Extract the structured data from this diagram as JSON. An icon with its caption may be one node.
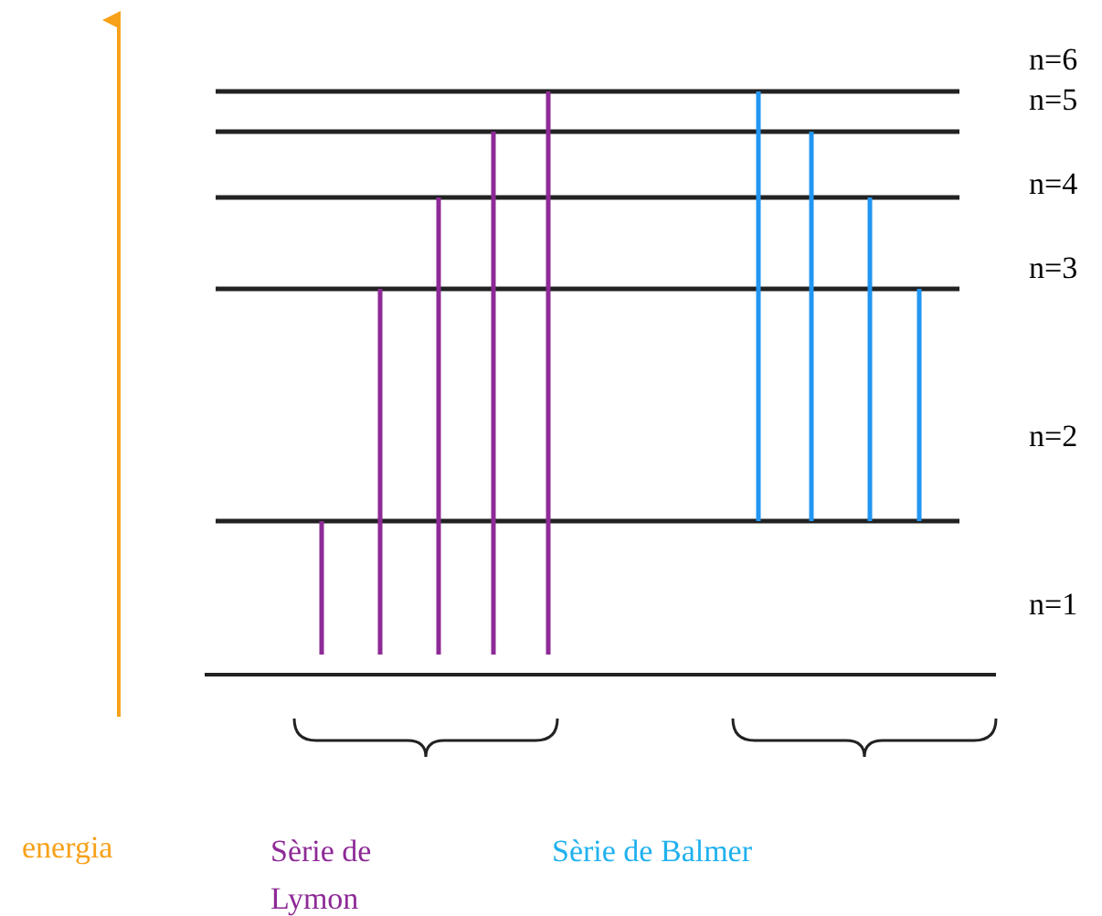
{
  "diagram": {
    "labels": [
      "n=6",
      "n=5",
      "n=4",
      "n=3",
      "n=2",
      "n=1",
      "energia",
      "Sèrie de Lymon",
      "Sèrie de Balmer"
    ]
  }
}
